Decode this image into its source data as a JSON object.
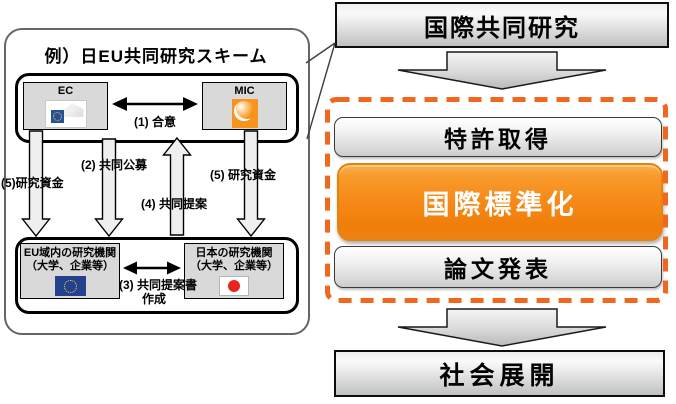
{
  "panel": {
    "title": "例）日EU共同研究スキーム",
    "agencies": {
      "ec": "EC",
      "mic": "MIC"
    },
    "organizations": {
      "eu": {
        "line1": "EU域内の研究機関",
        "line2": "（大学、企業等）"
      },
      "japan": {
        "line1": "日本の研究機関",
        "line2": "（大学、企業等）"
      }
    },
    "steps": {
      "agreement": "(1) 合意",
      "joint_call": "(2) 共同公募",
      "proposal_doc_line1": "(3) 共同提案書",
      "proposal_doc_line2": "作成",
      "joint_proposal": "(4) 共同提案",
      "funding_left": "(5)研究資金",
      "funding_right": "(5) 研究資金"
    }
  },
  "flow": {
    "source": "国際共同研究",
    "outcomes": {
      "patent": "特許取得",
      "standardization": "国際標準化",
      "paper": "論文発表"
    },
    "goal": "社会展開"
  },
  "colors": {
    "accent_orange": "#F7941D",
    "standardization_orange": "#F68A18",
    "dashed_frame_orange": "#F2671F",
    "box_gray": "#D9D9D9",
    "eu_flag_blue": "#24418E",
    "japan_flag_red": "#E8241D"
  },
  "icons": {
    "ec_logo": "ec-commission-logo",
    "mic_logo": "mic-logo",
    "eu_flag": "eu-flag",
    "japan_flag": "japan-flag"
  }
}
